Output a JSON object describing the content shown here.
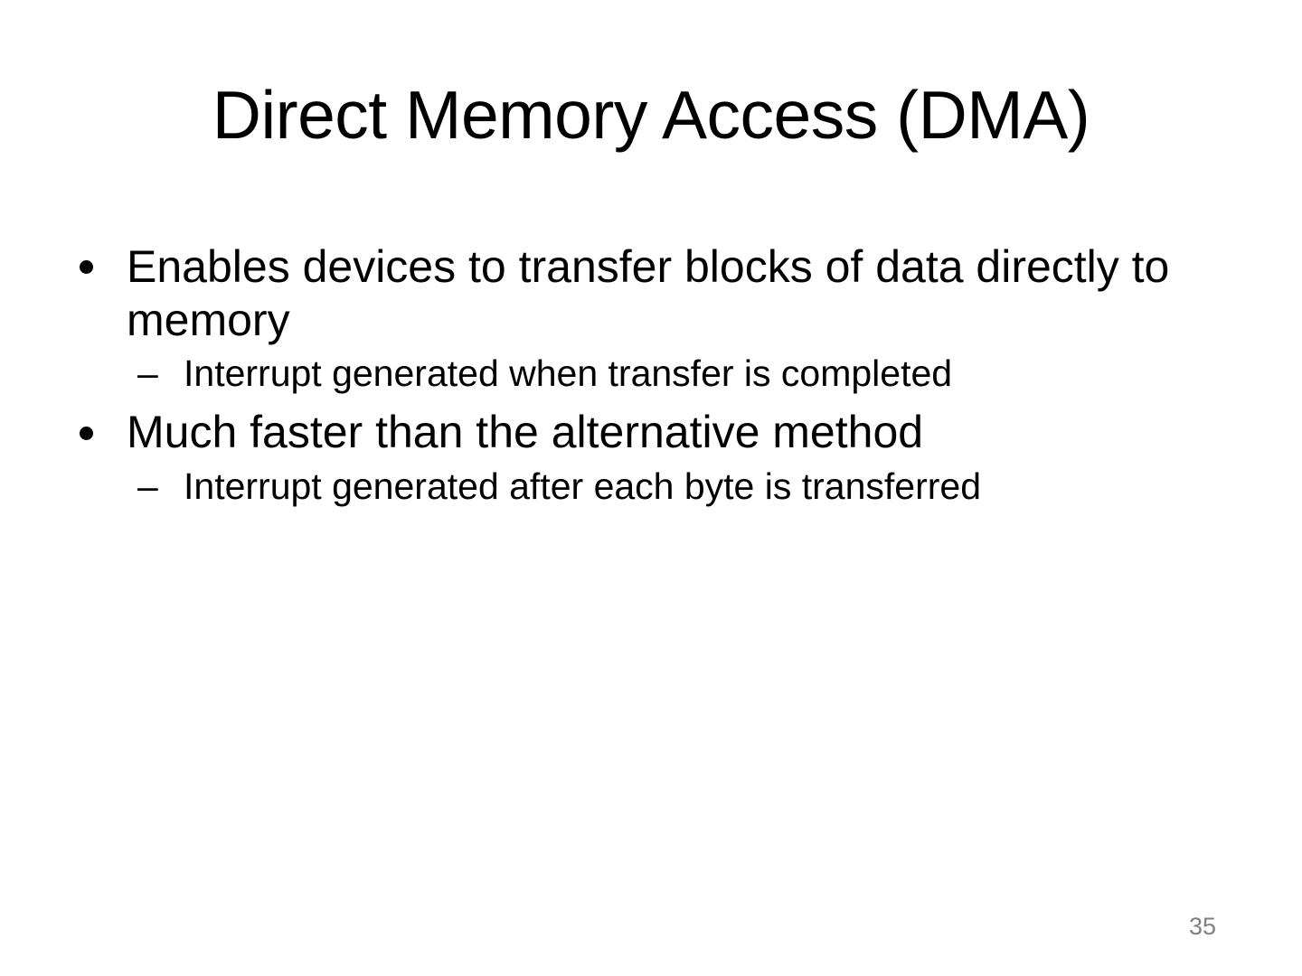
{
  "slide": {
    "title": "Direct Memory Access (DMA)",
    "page_number": "35",
    "background_color": "#ffffff",
    "text_color": "#000000",
    "page_number_color": "#808080",
    "bullets": [
      {
        "level": 1,
        "marker": "•",
        "text": "Enables devices to transfer blocks of data directly to memory"
      },
      {
        "level": 2,
        "marker": "–",
        "text": "Interrupt generated when transfer is completed"
      },
      {
        "level": 1,
        "marker": "•",
        "text": "Much faster than the alternative method"
      },
      {
        "level": 2,
        "marker": "–",
        "text": "Interrupt generated after each byte is transferred"
      }
    ]
  }
}
